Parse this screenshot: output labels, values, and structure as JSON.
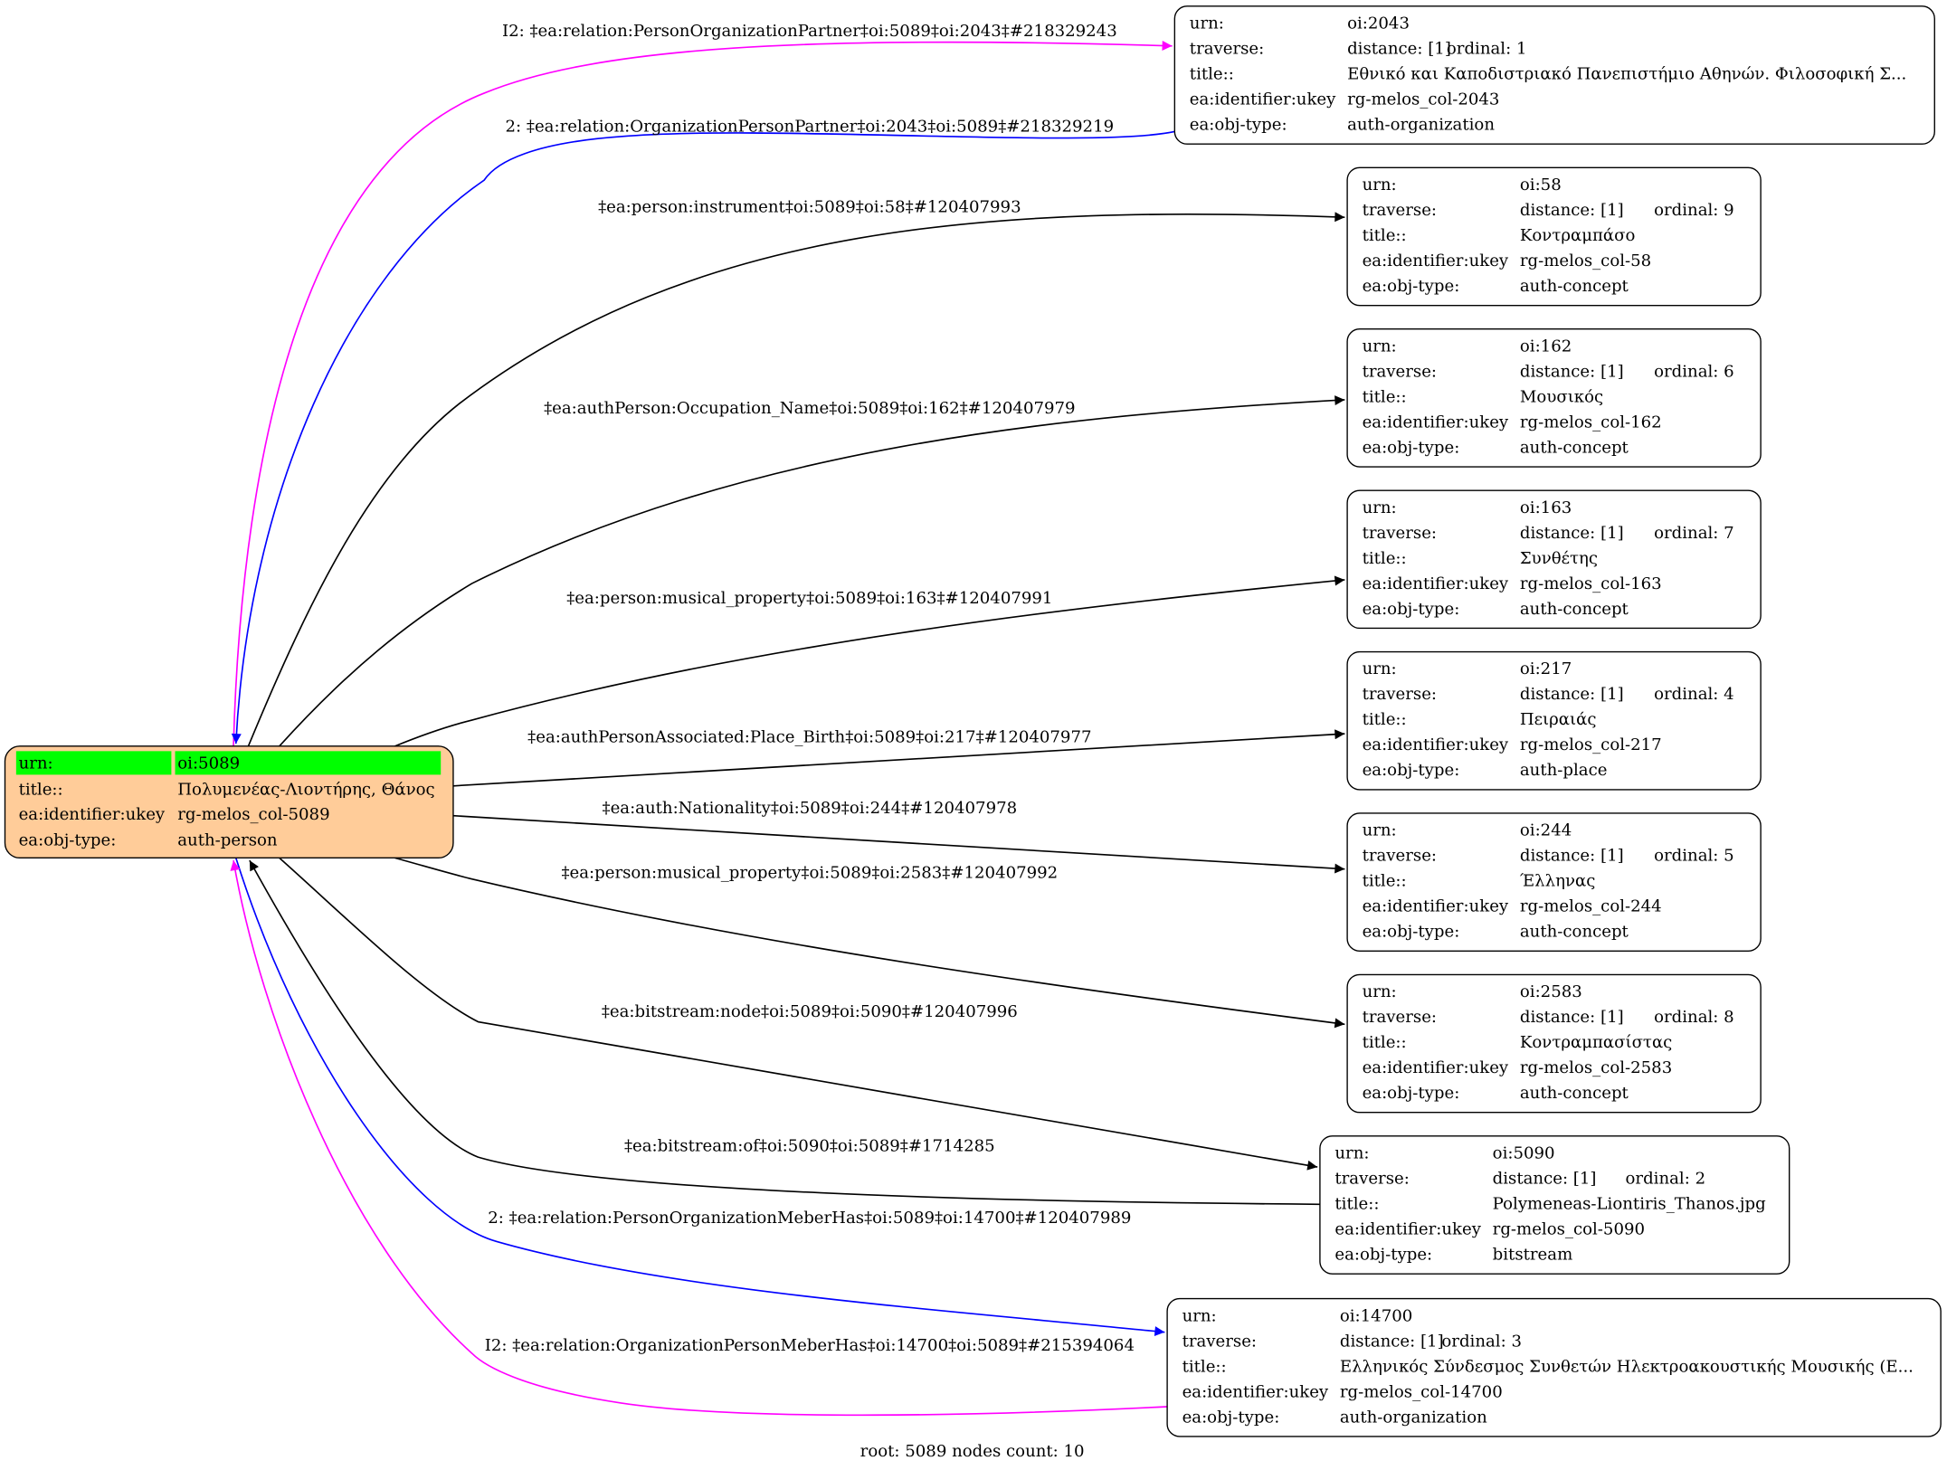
{
  "colors": {
    "root_fill": "#ffcc99",
    "highlight": "#00ff00",
    "magenta": "#ff00ff",
    "blue": "#0000ff",
    "black": "#000000"
  },
  "root": {
    "rows": [
      {
        "key": "urn:",
        "value": "oi:5089"
      },
      {
        "key": "title::",
        "value": "Πολυμενέας-Λιοντήρης, Θάνος"
      },
      {
        "key": "ea:identifier:ukey",
        "value": "rg-melos_col-5089"
      },
      {
        "key": "ea:obj-type:",
        "value": "auth-person"
      }
    ]
  },
  "nodes": [
    {
      "id": "n2043",
      "urn": "oi:2043",
      "distance": "distance: [1]",
      "ordinal": "ordinal: 1",
      "title": "Εθνικό και Καποδιστριακό Πανεπιστήμιο Αθηνών. Φιλοσοφική Σ...",
      "ukey": "rg-melos_col-2043",
      "type": "auth-organization"
    },
    {
      "id": "n58",
      "urn": "oi:58",
      "distance": "distance: [1]",
      "ordinal": "ordinal: 9",
      "title": "Κοντραμπάσο",
      "ukey": "rg-melos_col-58",
      "type": "auth-concept"
    },
    {
      "id": "n162",
      "urn": "oi:162",
      "distance": "distance: [1]",
      "ordinal": "ordinal: 6",
      "title": "Μουσικός",
      "ukey": "rg-melos_col-162",
      "type": "auth-concept"
    },
    {
      "id": "n163",
      "urn": "oi:163",
      "distance": "distance: [1]",
      "ordinal": "ordinal: 7",
      "title": "Συνθέτης",
      "ukey": "rg-melos_col-163",
      "type": "auth-concept"
    },
    {
      "id": "n217",
      "urn": "oi:217",
      "distance": "distance: [1]",
      "ordinal": "ordinal: 4",
      "title": "Πειραιάς",
      "ukey": "rg-melos_col-217",
      "type": "auth-place"
    },
    {
      "id": "n244",
      "urn": "oi:244",
      "distance": "distance: [1]",
      "ordinal": "ordinal: 5",
      "title": "Έλληνας",
      "ukey": "rg-melos_col-244",
      "type": "auth-concept"
    },
    {
      "id": "n2583",
      "urn": "oi:2583",
      "distance": "distance: [1]",
      "ordinal": "ordinal: 8",
      "title": "Κοντραμπασίστας",
      "ukey": "rg-melos_col-2583",
      "type": "auth-concept"
    },
    {
      "id": "n5090",
      "urn": "oi:5090",
      "distance": "distance: [1]",
      "ordinal": "ordinal: 2",
      "title": "Polymeneas-Liontiris_Thanos.jpg",
      "ukey": "rg-melos_col-5090",
      "type": "bitstream"
    },
    {
      "id": "n14700",
      "urn": "oi:14700",
      "distance": "distance: [1]",
      "ordinal": "ordinal: 3",
      "title": "Ελληνικός Σύνδεσμος Συνθετών Ηλεκτροακουστικής Μουσικής (Ε...",
      "ukey": "rg-melos_col-14700",
      "type": "auth-organization"
    }
  ],
  "keys": {
    "urn": "urn:",
    "traverse": "traverse:",
    "title": "title::",
    "ukey": "ea:identifier:ukey",
    "type": "ea:obj-type:"
  },
  "edges": [
    {
      "id": "e1",
      "label": "I2: ‡ea:relation:PersonOrganizationPartner‡oi:5089‡oi:2043‡#218329243",
      "color": "#ff00ff"
    },
    {
      "id": "e2",
      "label": "2: ‡ea:relation:OrganizationPersonPartner‡oi:2043‡oi:5089‡#218329219",
      "color": "#0000ff"
    },
    {
      "id": "e3",
      "label": "‡ea:person:instrument‡oi:5089‡oi:58‡#120407993",
      "color": "#000000"
    },
    {
      "id": "e4",
      "label": "‡ea:authPerson:Occupation_Name‡oi:5089‡oi:162‡#120407979",
      "color": "#000000"
    },
    {
      "id": "e5",
      "label": "‡ea:person:musical_property‡oi:5089‡oi:163‡#120407991",
      "color": "#000000"
    },
    {
      "id": "e6",
      "label": "‡ea:authPersonAssociated:Place_Birth‡oi:5089‡oi:217‡#120407977",
      "color": "#000000"
    },
    {
      "id": "e7",
      "label": "‡ea:auth:Nationality‡oi:5089‡oi:244‡#120407978",
      "color": "#000000"
    },
    {
      "id": "e8",
      "label": "‡ea:person:musical_property‡oi:5089‡oi:2583‡#120407992",
      "color": "#000000"
    },
    {
      "id": "e9",
      "label": "‡ea:bitstream:node‡oi:5089‡oi:5090‡#120407996",
      "color": "#000000"
    },
    {
      "id": "e10",
      "label": "‡ea:bitstream:of‡oi:5090‡oi:5089‡#1714285",
      "color": "#000000"
    },
    {
      "id": "e11",
      "label": "2: ‡ea:relation:PersonOrganizationMeberHas‡oi:5089‡oi:14700‡#120407989",
      "color": "#0000ff"
    },
    {
      "id": "e12",
      "label": "I2: ‡ea:relation:OrganizationPersonMeberHas‡oi:14700‡oi:5089‡#215394064",
      "color": "#ff00ff"
    }
  ],
  "footer": "root: 5089 nodes count: 10"
}
